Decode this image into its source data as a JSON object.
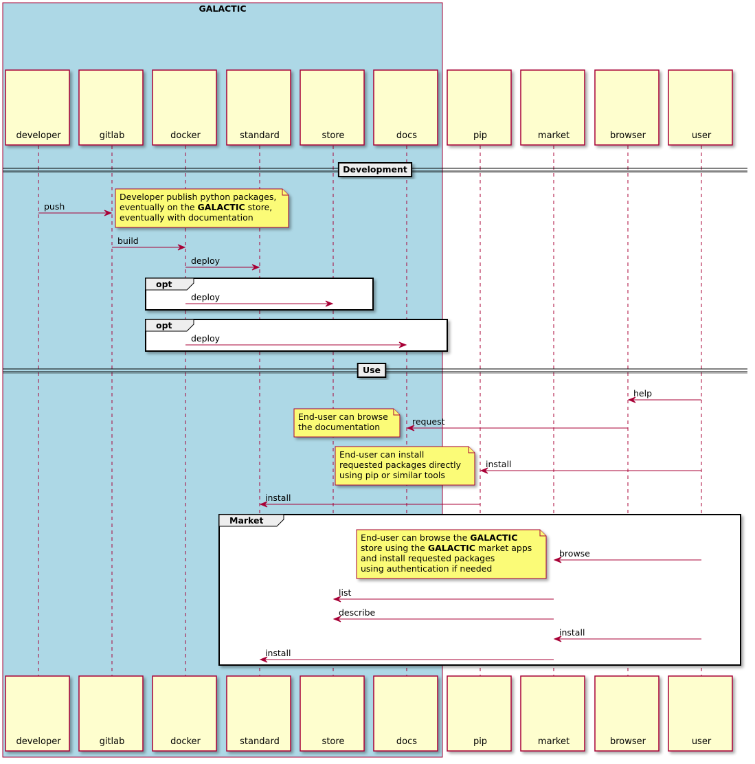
{
  "colors": {
    "box_bg": "#ADD8E6",
    "box_border": "#A80036",
    "participant_bg": "#FEFECE",
    "participant_border": "#A80036",
    "arrow": "#A80036",
    "note_bg": "#FBFB77",
    "note_border": "#A80036",
    "group_border": "#000000",
    "group_tab_bg": "#EEEEEE"
  },
  "box": {
    "title": "GALACTIC",
    "members": [
      "developer",
      "gitlab",
      "docker",
      "standard",
      "store",
      "docs"
    ]
  },
  "participants": [
    {
      "id": "developer",
      "label": "developer"
    },
    {
      "id": "gitlab",
      "label": "gitlab"
    },
    {
      "id": "docker",
      "label": "docker"
    },
    {
      "id": "standard",
      "label": "standard"
    },
    {
      "id": "store",
      "label": "store"
    },
    {
      "id": "docs",
      "label": "docs"
    },
    {
      "id": "pip",
      "label": "pip"
    },
    {
      "id": "market",
      "label": "market"
    },
    {
      "id": "browser",
      "label": "browser"
    },
    {
      "id": "user",
      "label": "user"
    }
  ],
  "dividers": [
    {
      "label": "Development",
      "row": 0
    },
    {
      "label": "Use",
      "row": 1
    }
  ],
  "messages": [
    {
      "from": "developer",
      "to": "gitlab",
      "label": "push",
      "row": "push"
    },
    {
      "from": "gitlab",
      "to": "docker",
      "label": "build",
      "row": "build"
    },
    {
      "from": "docker",
      "to": "standard",
      "label": "deploy",
      "row": "deploy1"
    },
    {
      "from": "docker",
      "to": "store",
      "label": "deploy",
      "row": "deploy2"
    },
    {
      "from": "docker",
      "to": "docs",
      "label": "deploy",
      "row": "deploy3"
    },
    {
      "from": "user",
      "to": "browser",
      "label": "help",
      "row": "help"
    },
    {
      "from": "browser",
      "to": "docs",
      "label": "request",
      "row": "request"
    },
    {
      "from": "user",
      "to": "pip",
      "label": "install",
      "row": "install1"
    },
    {
      "from": "pip",
      "to": "standard",
      "label": "install",
      "row": "install2"
    },
    {
      "from": "user",
      "to": "market",
      "label": "browse",
      "row": "browse"
    },
    {
      "from": "market",
      "to": "store",
      "label": "list",
      "row": "list"
    },
    {
      "from": "market",
      "to": "store",
      "label": "describe",
      "row": "describe"
    },
    {
      "from": "user",
      "to": "market",
      "label": "install",
      "row": "install3"
    },
    {
      "from": "market",
      "to": "standard",
      "label": "install",
      "row": "install4"
    }
  ],
  "groups": [
    {
      "keyword": "opt",
      "label": "",
      "id": "opt1"
    },
    {
      "keyword": "opt",
      "label": "",
      "id": "opt2"
    },
    {
      "keyword": "Market",
      "label": "",
      "id": "market"
    }
  ],
  "notes": [
    {
      "id": "note-publish",
      "lines": [
        [
          {
            "t": "Developer publish python packages,"
          }
        ],
        [
          {
            "t": "eventually on the "
          },
          {
            "t": "GALACTIC",
            "b": true
          },
          {
            "t": " store,"
          }
        ],
        [
          {
            "t": "eventually with documentation"
          }
        ]
      ]
    },
    {
      "id": "note-browse-docs",
      "lines": [
        [
          {
            "t": "End-user can browse"
          }
        ],
        [
          {
            "t": "the documentation"
          }
        ]
      ]
    },
    {
      "id": "note-install",
      "lines": [
        [
          {
            "t": "End-user can install"
          }
        ],
        [
          {
            "t": "requested packages directly"
          }
        ],
        [
          {
            "t": "using pip or similar tools"
          }
        ]
      ]
    },
    {
      "id": "note-market",
      "lines": [
        [
          {
            "t": "End-user can browse the "
          },
          {
            "t": "GALACTIC",
            "b": true
          }
        ],
        [
          {
            "t": "store using the "
          },
          {
            "t": "GALACTIC",
            "b": true
          },
          {
            "t": " market apps"
          }
        ],
        [
          {
            "t": "and install requested packages"
          }
        ],
        [
          {
            "t": "using authentication if needed"
          }
        ]
      ]
    }
  ]
}
